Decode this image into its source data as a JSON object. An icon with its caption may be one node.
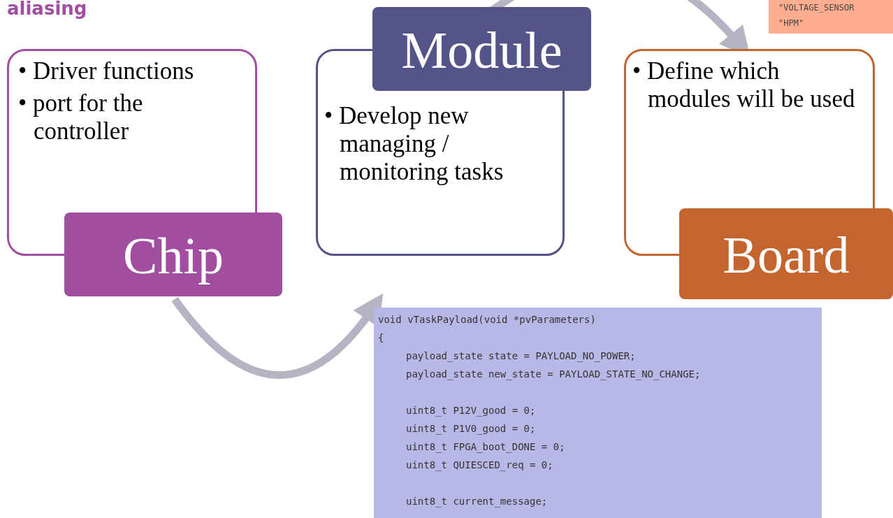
{
  "diagram": {
    "nodes": [
      {
        "text": [
          "• Driver functions",
          "• port for the controller",
          "Chip"
        ]
      },
      {
        "text": [
          "Module",
          "• Develop new managing / monitoring tasks"
        ]
      },
      {
        "text": [
          "• Define which modules will be used",
          "Board"
        ]
      },
      {
        "text": [
          "void vTaskPayload(void *pvParameters)",
          "{",
          "payload_state state = PAYLOAD_NO_POWER;",
          "payload_state new_state = PAYLOAD_STATE_NO_CHANGE;",
          "uint8_t P12V_good = 0;",
          "uint8_t P1V0_good = 0;",
          "uint8_t FPGA_boot_DONE = 0;",
          "uint8_t QUIESCED_req = 0;",
          "uint8_t current_message;"
        ]
      },
      {
        "text": [
          "\"VOLTAGE_SENSOR",
          "\"HPM\""
        ]
      }
    ],
    "edges": [
      {
        "from": 0,
        "to": 3,
        "arrow": "to"
      },
      {
        "from": 1,
        "to": 2,
        "arrow": "to"
      }
    ],
    "labels": [
      "aliasing"
    ]
  }
}
